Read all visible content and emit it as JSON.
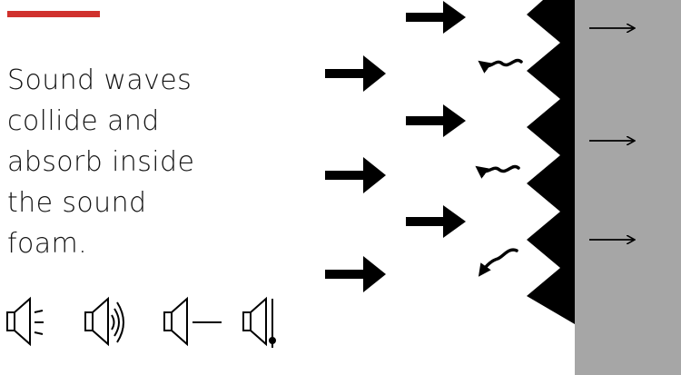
{
  "caption": {
    "lines": [
      "Sound waves",
      "collide and",
      "absorb inside",
      "the sound",
      "foam."
    ]
  },
  "colors": {
    "accent": "#d0312d",
    "ink": "#000000",
    "wall": "#a6a6a6",
    "background": "#ffffff"
  },
  "icons": [
    "speaker-dotted-waves-icon",
    "speaker-curved-waves-icon",
    "speaker-line-icon",
    "speaker-blocked-icon"
  ]
}
